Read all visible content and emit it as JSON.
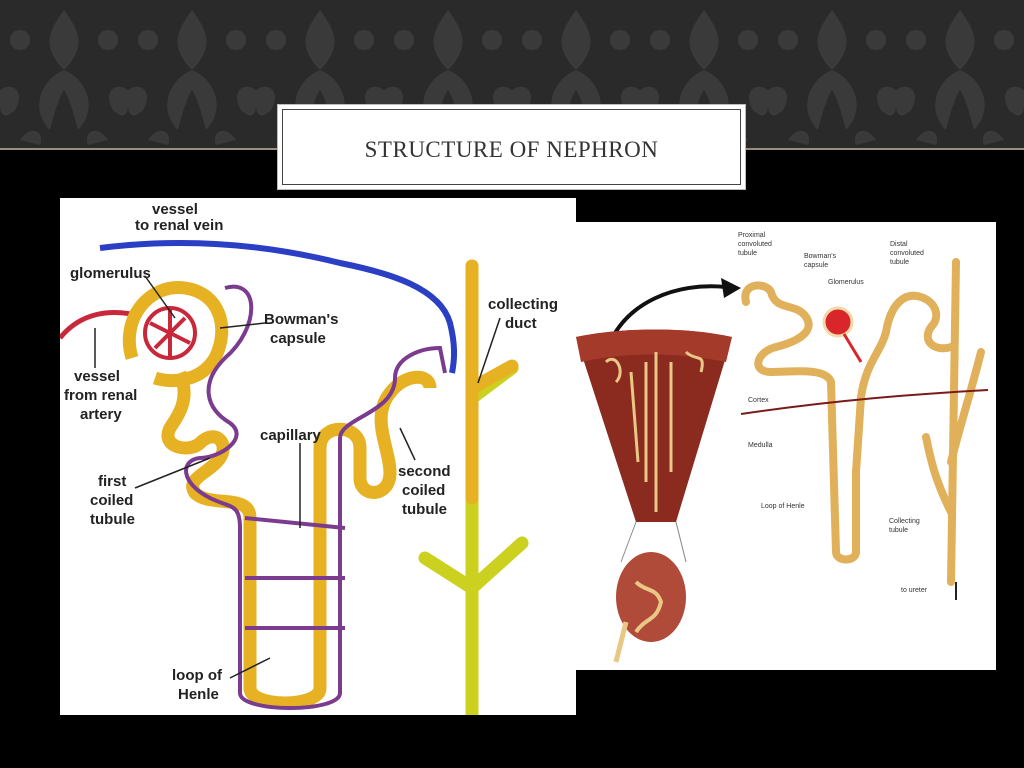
{
  "slide": {
    "title": "STRUCTURE OF NEPHRON"
  },
  "left_diagram": {
    "labels": {
      "vessel_renal_vein_1": "vessel",
      "vessel_renal_vein_2": "to renal vein",
      "glomerulus": "glomerulus",
      "bowmans_1": "Bowman's",
      "bowmans_2": "capsule",
      "collecting_1": "collecting",
      "collecting_2": "duct",
      "artery_1": "vessel",
      "artery_2": "from renal",
      "artery_3": "artery",
      "capillary": "capillary",
      "first_1": "first",
      "first_2": "coiled",
      "first_3": "tubule",
      "second_1": "second",
      "second_2": "coiled",
      "second_3": "tubule",
      "loop_1": "loop of",
      "loop_2": "Henle"
    }
  },
  "right_diagram": {
    "labels": {
      "proximal_1": "Proximal",
      "proximal_2": "convoluted",
      "proximal_3": "tubule",
      "bowmans_1": "Bowman's",
      "bowmans_2": "capsule",
      "glomerulus": "Glomerulus",
      "distal_1": "Distal",
      "distal_2": "convoluted",
      "distal_3": "tubule",
      "cortex": "Cortex",
      "medulla": "Medulla",
      "loop": "Loop of Henle",
      "collecting_1": "Collecting",
      "collecting_2": "tubule",
      "ureter": "to ureter"
    }
  },
  "colors": {
    "tubule": "#e6b122",
    "vein": "#2b3fc4",
    "artery": "#c8283a",
    "capillary": "#7b3b8f",
    "duct": "#cbd11e"
  }
}
